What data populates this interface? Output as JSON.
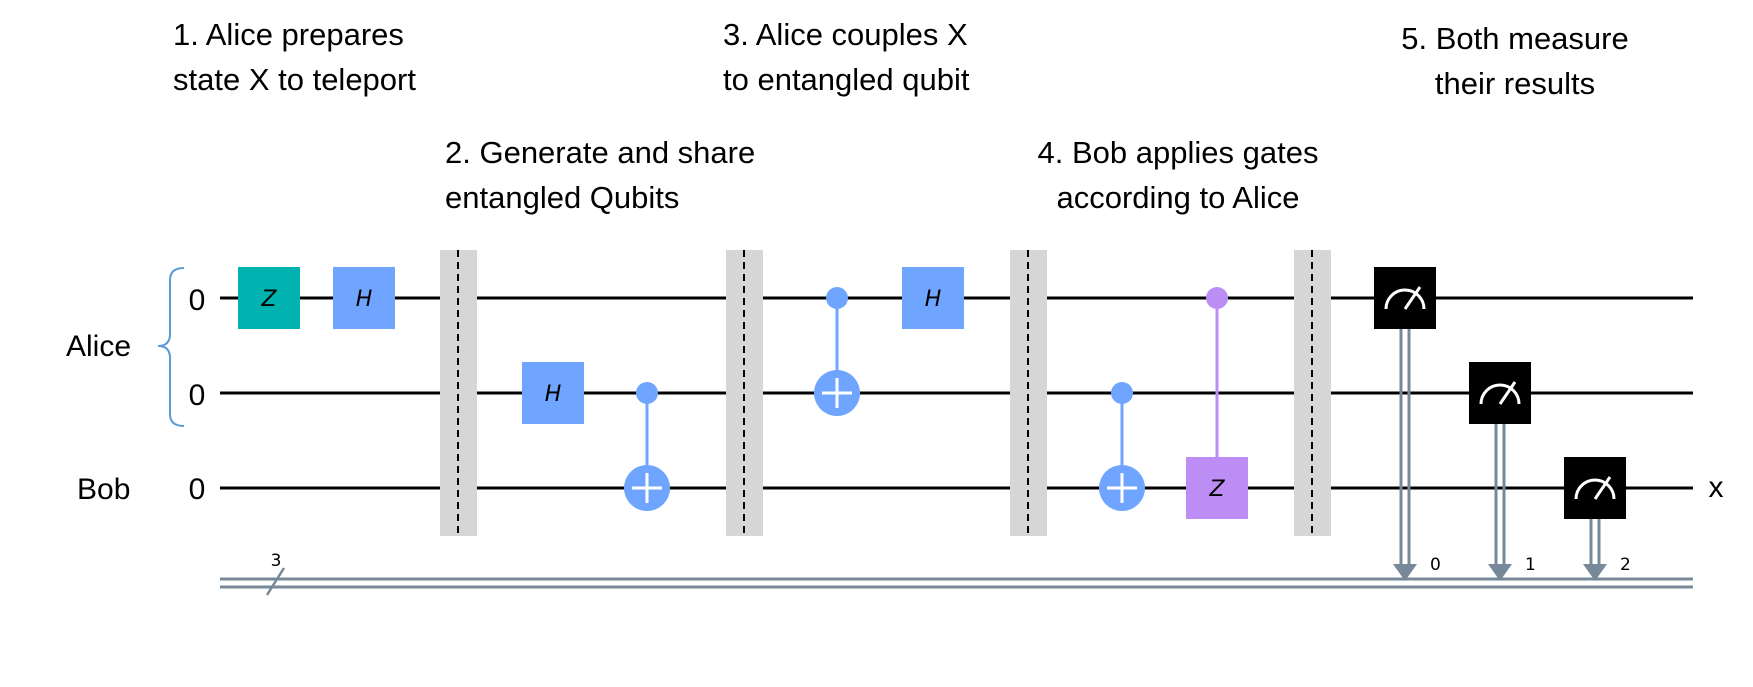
{
  "annotations": {
    "step1": [
      "1. Alice prepares",
      "state X to teleport"
    ],
    "step2": [
      "2. Generate and share",
      "entangled Qubits"
    ],
    "step3": [
      "3. Alice couples X",
      "to entangled qubit"
    ],
    "step4": [
      "4. Bob applies gates",
      "according to Alice"
    ],
    "step5": [
      "5. Both measure",
      "their results"
    ]
  },
  "parties": {
    "alice": "Alice",
    "bob": "Bob"
  },
  "qubits": [
    {
      "init": "0"
    },
    {
      "init": "0"
    },
    {
      "init": "0",
      "output": "x"
    }
  ],
  "classical": {
    "size": "3",
    "bits": [
      "0",
      "1",
      "2"
    ]
  },
  "gates": {
    "z": "Z",
    "h": "H"
  },
  "colors": {
    "wire": "#000000",
    "classical": "#778899",
    "z_gate": "#00B3B0",
    "h_gate": "#6FA4FF",
    "cnot": "#6FA4FF",
    "cz": "#BC8EF5",
    "barrier": "#D6D6D6",
    "measure": "#000000"
  }
}
